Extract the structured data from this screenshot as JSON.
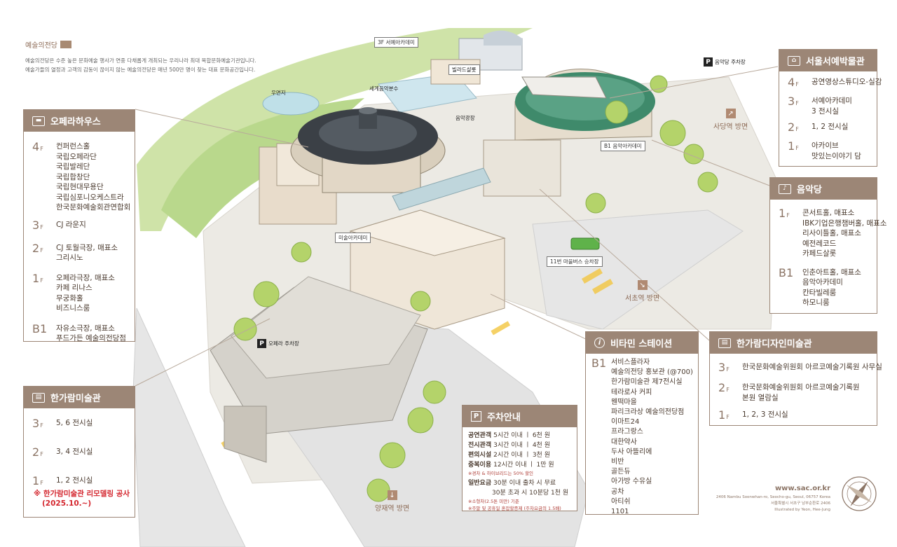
{
  "brand": {
    "logo_text": "예술의전당",
    "intro_line1": "예술의전당은 수준 높은 문화예술 행사가 연중 다채롭게 개최되는 우리나라 최대 복합문화예술기관입니다.",
    "intro_line2": "예술가들의 열정과 고객의 감동이 끊이지 않는 예술의전당은 매년 500만 명이 찾는 대표 문화공간입니다."
  },
  "opera_house": {
    "title": "오페라하우스",
    "floors": [
      {
        "level": "4",
        "items": [
          "컨퍼런스홀",
          "국립오페라단",
          "국립발레단",
          "국립합창단",
          "국립현대무용단",
          "국립심포니오케스트라",
          "한국문화예술회관연합회"
        ]
      },
      {
        "level": "3",
        "items": [
          "CJ 라운지"
        ]
      },
      {
        "level": "2",
        "items": [
          "CJ 토월극장, 매표소",
          "그리시노"
        ]
      },
      {
        "level": "1",
        "items": [
          "오페라극장, 매표소",
          "카페 리나스",
          "무궁화홀",
          "비즈니스룸"
        ]
      },
      {
        "level": "B1",
        "items": [
          "자유소극장, 매표소",
          "푸드가든 예술의전당점"
        ]
      }
    ]
  },
  "hangaram_art_museum": {
    "title": "한가람미술관",
    "floors": [
      {
        "level": "3",
        "items": [
          "5, 6 전시실"
        ]
      },
      {
        "level": "2",
        "items": [
          "3, 4 전시실"
        ]
      },
      {
        "level": "1",
        "items": [
          "1, 2 전시실"
        ]
      }
    ],
    "notice_line1": "※ 한가람미술관 리모델링 공사",
    "notice_line2": "(2025.10.~)"
  },
  "calligraphy_museum": {
    "title": "서울서예박물관",
    "floors": [
      {
        "level": "4",
        "items": [
          "공연영상스튜디오-실감"
        ]
      },
      {
        "level": "3",
        "items": [
          "서예아카데미",
          "3 전시실"
        ]
      },
      {
        "level": "2",
        "items": [
          "1, 2 전시실"
        ]
      },
      {
        "level": "1",
        "items": [
          "아카이브",
          "맛있는이야기 담"
        ]
      }
    ]
  },
  "concert_hall": {
    "title": "음악당",
    "floors": [
      {
        "level": "1",
        "items": [
          "콘서트홀, 매표소",
          "IBK기업은행챔버홀, 매표소",
          "리사이틀홀, 매표소",
          "예전레코드",
          "카페드살롯"
        ]
      },
      {
        "level": "B1",
        "items": [
          "인춘아트홀, 매표소",
          "음악아카데미",
          "칸타빌레룸",
          "하모니룸"
        ]
      }
    ]
  },
  "design_museum": {
    "title": "한가람디자인미술관",
    "floors": [
      {
        "level": "3",
        "items": [
          "한국문화예술위원회 아르코예술기록원 사무실"
        ]
      },
      {
        "level": "2",
        "items": [
          "한국문화예술위원회 아르코예술기록원",
          "본원 열람실"
        ]
      },
      {
        "level": "1",
        "items": [
          "1, 2, 3 전시실"
        ]
      }
    ]
  },
  "vitamin_station": {
    "title": "비타민 스테이션",
    "level": "B1",
    "items": [
      "서비스플라자",
      "예술의전당 홍보관 (@700)",
      "한가람미술관 제7전시실",
      "테라로사 커피",
      "웬떡마을",
      "파리크라상 예술의전당점",
      "이마트24",
      "프라그랑스",
      "대한약사",
      "두사 아뜰리에",
      "비반",
      "골든듀",
      "아가방 수유실",
      "공차",
      "아티쉬",
      "1101"
    ]
  },
  "parking_info": {
    "title": "주차안내",
    "rows": [
      {
        "label": "공연관객",
        "text": "5시간 이내 ㅣ 6천 원"
      },
      {
        "label": "전시관객",
        "text": "3시간 이내 ㅣ 4천 원"
      },
      {
        "label": "편의시설",
        "text": "2시간 이내 ㅣ 3천 원"
      },
      {
        "label": "중복이용",
        "text": "12시간 이내 ㅣ 1만 원"
      }
    ],
    "note1": "※경차 & 하이브리드는 50% 할인",
    "general_label": "일반요금",
    "general_line1": "30분 이내 출차 시 무료",
    "general_line2": "30분 초과 시 10분당 1천 원",
    "note2": "※소형차(2.5톤 미만) 기준",
    "note3": "※주말 및 공휴일 혼잡할증제 (주차요금의 1.5배)"
  },
  "map_labels": {
    "calligraphy_academy": "서예아카데미",
    "parking_north": "음악당 주차장",
    "villa_salon": "빌라드샬롯",
    "fountain": "세계음악분수",
    "pond": "우면지",
    "music_plaza": "음악광장",
    "music_academy": "음악아카데미",
    "art_academy": "미술아카데미",
    "opera_parking": "오페라 주차장",
    "bus_stop": "11번 마을버스 승차장",
    "sadang_dir": "사당역 방면",
    "seocho_dir": "서초역 방면",
    "yangjae_dir": "양재역 방면"
  },
  "footer": {
    "website": "www.sac.or.kr",
    "address_en": "2406 Nambu Soonwhan-ro, Seocho-gu, Seoul, 06757 Korea",
    "address_ko": "서울특별시 서초구 남부순환로 2406",
    "illustrator": "Illustrated by Yeon, Hee-Jung"
  },
  "colors": {
    "panel_header": "#9c8676",
    "accent_red": "#d4262e",
    "dome_green": "#3f8a6b",
    "roof_dark": "#3b4046"
  }
}
